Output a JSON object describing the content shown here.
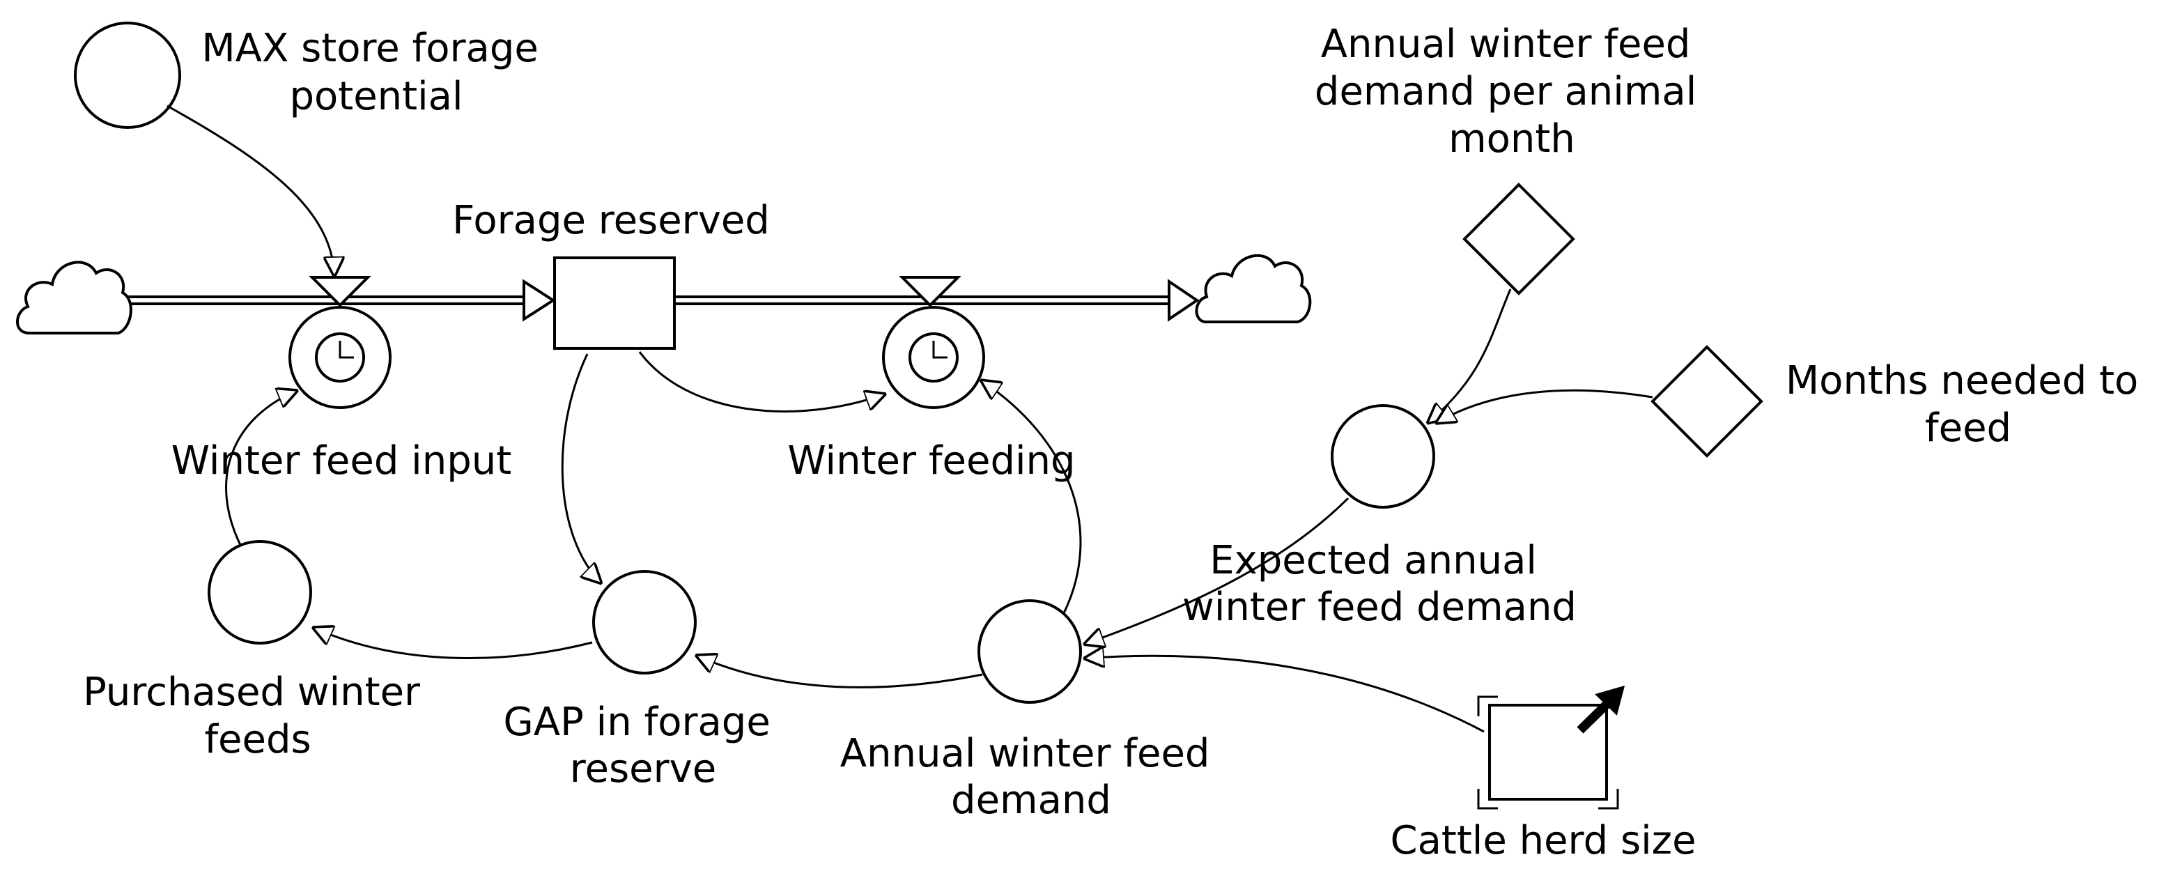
{
  "labels": {
    "max_store": [
      "MAX store forage",
      "potential"
    ],
    "forage_reserved": [
      "Forage reserved"
    ],
    "annual_per_animal": [
      "Annual winter feed",
      "demand per animal",
      "month"
    ],
    "winter_feed_input": [
      "Winter feed input"
    ],
    "winter_feeding": [
      "Winter feeding"
    ],
    "months_needed": [
      "Months needed to",
      "feed"
    ],
    "expected_demand": [
      "Expected annual",
      "winter feed demand"
    ],
    "purchased": [
      "Purchased winter",
      "feeds"
    ],
    "gap": [
      "GAP in forage",
      "reserve"
    ],
    "annual_demand": [
      "Annual winter feed",
      "demand"
    ],
    "cattle": [
      "Cattle herd size"
    ]
  }
}
